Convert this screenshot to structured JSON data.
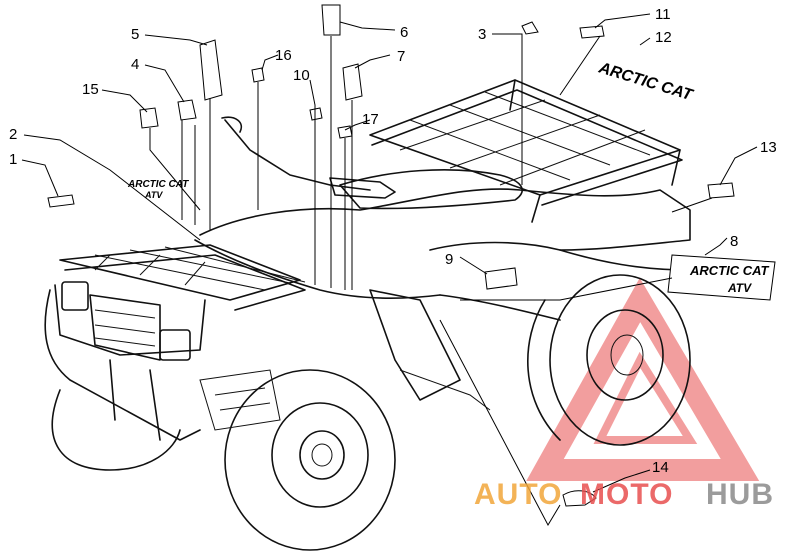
{
  "callouts": {
    "c1": "1",
    "c2": "2",
    "c3": "3",
    "c4": "4",
    "c5": "5",
    "c6": "6",
    "c7": "7",
    "c8": "8",
    "c9": "9",
    "c10": "10",
    "c11": "11",
    "c12": "12",
    "c13": "13",
    "c14": "14",
    "c15": "15",
    "c16": "16",
    "c17": "17"
  },
  "decals": {
    "front_logo_line1": "ARCTIC CAT",
    "front_logo_line2": "ATV",
    "side_logo_line1": "ARCTIC CAT",
    "side_logo_line2": "ATV",
    "rear_logo": "ARCTIC CAT"
  },
  "watermark": {
    "part1": "AUTO",
    "part2": "MOTO",
    "part3": "HUB",
    "color_orange": "#f2a63a",
    "color_red": "#e8504f",
    "color_gray": "#8a8a8a"
  }
}
